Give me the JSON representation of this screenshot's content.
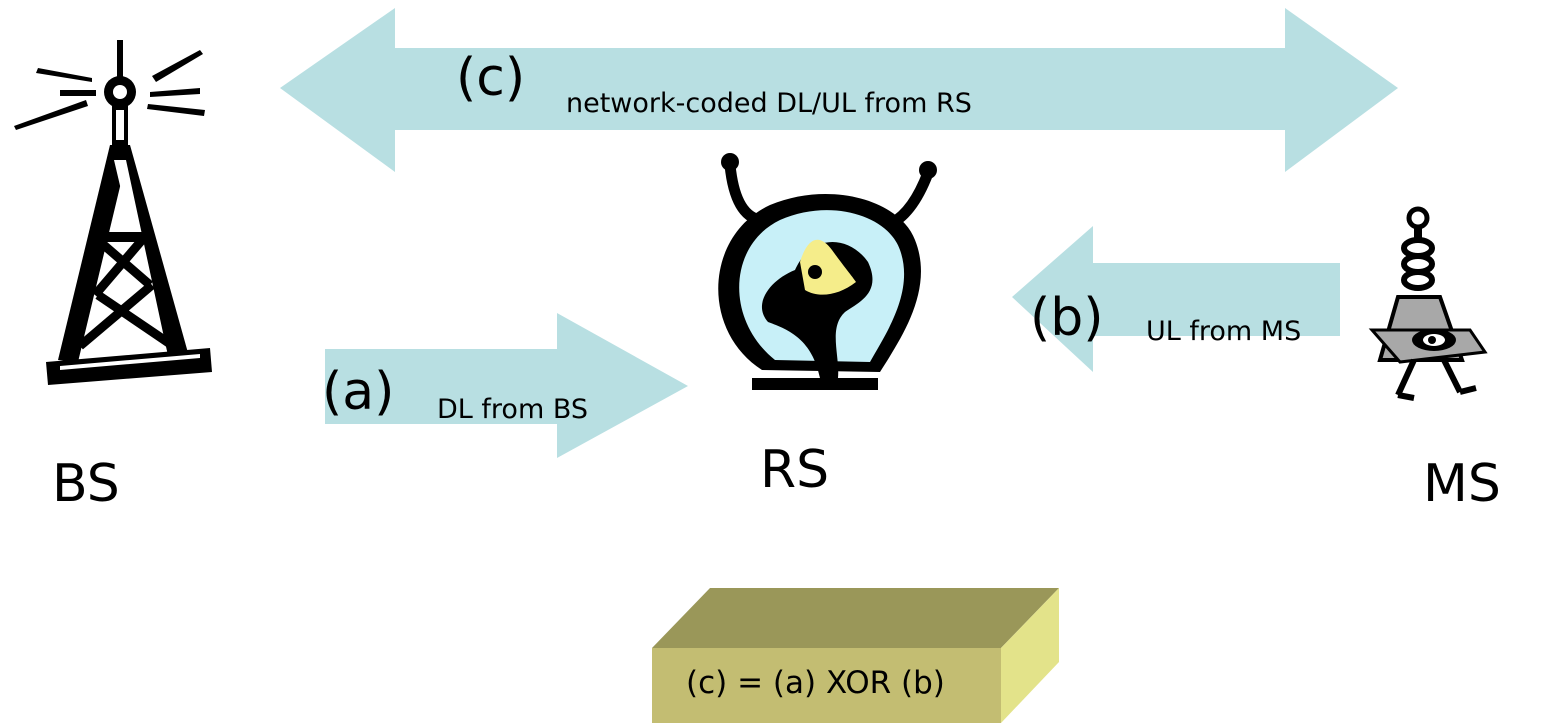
{
  "colors": {
    "arrow_fill": "#b8dfe2",
    "box_front": "#c3bd72",
    "box_top": "#9a9759",
    "box_side": "#e3e38a",
    "relay_head": "#c8f0f8",
    "relay_eye": "#f5ed8a",
    "mobile_body": "#a8a8a8"
  },
  "arrows": {
    "c": {
      "tag": "(c)",
      "text": "network-coded DL/UL from RS",
      "direction": "bidirectional"
    },
    "a": {
      "tag": "(a)",
      "text": "DL from BS",
      "direction": "right"
    },
    "b": {
      "tag": "(b)",
      "text": "UL from MS",
      "direction": "left"
    }
  },
  "nodes": {
    "bs": {
      "label": "BS",
      "icon": "radio-tower-icon"
    },
    "rs": {
      "label": "RS",
      "icon": "relay-creature-icon"
    },
    "ms": {
      "label": "MS",
      "icon": "mobile-station-icon"
    }
  },
  "equation_box": {
    "text": "(c) = (a) XOR (b)"
  }
}
